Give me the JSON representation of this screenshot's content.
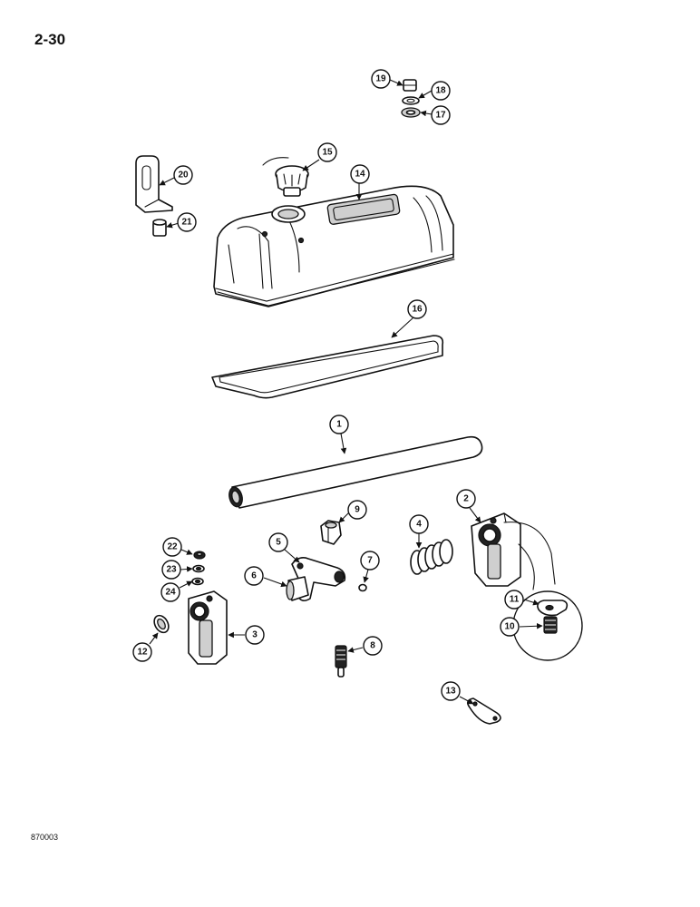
{
  "page": {
    "number": "2-30",
    "figure_code": "870003"
  },
  "callouts": [
    "1",
    "2",
    "3",
    "4",
    "5",
    "6",
    "7",
    "8",
    "9",
    "10",
    "11",
    "12",
    "13",
    "14",
    "15",
    "16",
    "17",
    "18",
    "19",
    "20",
    "21",
    "22",
    "23",
    "24"
  ],
  "colors": {
    "line": "#111111",
    "background": "#ffffff",
    "shading": "#cfcfcf"
  }
}
